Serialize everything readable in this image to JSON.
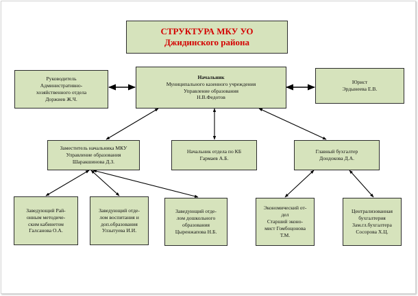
{
  "title": {
    "line1": "СТРУКТУРА МКУ УО",
    "line2": "Джидинского района"
  },
  "head": {
    "title": "Начальник",
    "line1": "Муниципального казенного учреждения",
    "line2": "Управление образования",
    "name": "Н.В.Федотов"
  },
  "admin_head": {
    "line1": "Руководитель",
    "line2": "Административно-",
    "line3": "хозяйственного отдела",
    "name": "Доржиев Ж.Ч."
  },
  "lawyer": {
    "line1": "Юрист",
    "name": "Эрдынеева Е.В."
  },
  "deputy": {
    "line1": "Заместитель начальника МКУ",
    "line2": "Управление образования",
    "name": "Шаракшинова Д.З."
  },
  "kb_head": {
    "line1": "Начальник отдела по КБ",
    "name": "Гармаев А.Б."
  },
  "chief_accountant": {
    "line1": "Главный бухгалтер",
    "name": "Дондокова Д.А."
  },
  "methodical": {
    "line1": "Заведующий Рай-",
    "line2": "онным методиче-",
    "line3": "ским кабинетом",
    "name": "Галсанова О.А."
  },
  "upbringing": {
    "line1": "Заведующий отде-",
    "line2": "лом воспитания и",
    "line3": "доп.образования",
    "name": "Улзытуева И.И."
  },
  "preschool": {
    "line1": "Заведующий отде-",
    "line2": "лом дошкольного",
    "line3": "образования",
    "name": "Цыренжапова Н.Б."
  },
  "economic": {
    "line1": "Экономический от-",
    "line2": "дел",
    "line3": "Старший эконо-",
    "line4": "мист Гомбоцонова",
    "name": "Т.М."
  },
  "central_accounting": {
    "line1": "Централизованная",
    "line2": "бухгалтерия",
    "line3": "Зам.гл.бухгалтера",
    "name": "Сосорова Х.Ц."
  },
  "colors": {
    "box_fill": "#d6e3bc",
    "border": "#2b2b2b",
    "title_text": "#d40000",
    "arrow": "#000000"
  }
}
